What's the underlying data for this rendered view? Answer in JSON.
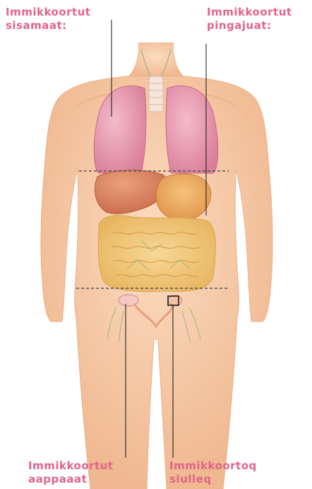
{
  "labels": {
    "top_left": [
      "Immikkoortut",
      "sisamaat:"
    ],
    "top_right": [
      "Immikkoortut",
      "pingajuat:"
    ],
    "bottom_left": [
      "Immikkoortut",
      "aappaaat"
    ],
    "bottom_right": [
      "Immikkoortoq",
      "siulleq"
    ]
  },
  "colors": {
    "label": "#e2648a",
    "skin": "#f6c9a4",
    "lungs": "#e59ab0",
    "liver": "#d9805e",
    "stomach": "#eaa45e",
    "intestine": "#f2c77f",
    "lymph": "#8fb07a"
  }
}
